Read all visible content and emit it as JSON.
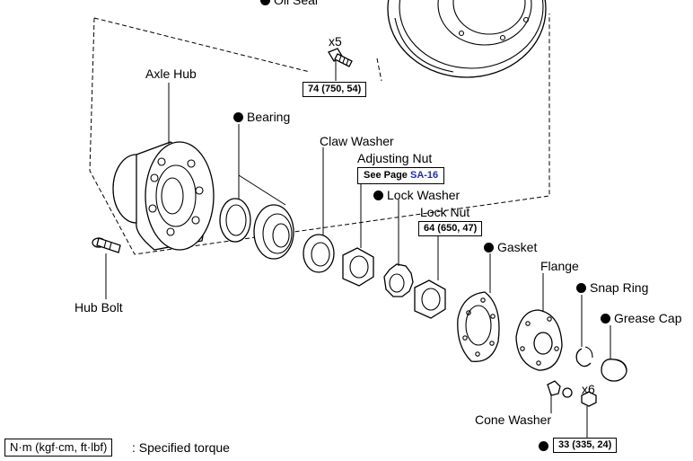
{
  "labels": {
    "oil_seal": "Oil Seal",
    "axle_hub": "Axle Hub",
    "bearing": "Bearing",
    "claw_washer": "Claw Washer",
    "adjusting_nut": "Adjusting Nut",
    "lock_washer": "Lock Washer",
    "lock_nut": "Lock Nut",
    "gasket": "Gasket",
    "flange": "Flange",
    "snap_ring": "Snap Ring",
    "grease_cap": "Grease Cap",
    "hub_bolt": "Hub Bolt",
    "cone_washer": "Cone Washer"
  },
  "quantities": {
    "bolt_qty": "x5",
    "nut_qty": "x6"
  },
  "torques": {
    "disc_bolts": "74 (750, 54)",
    "lock_nut": "64 (650, 47)",
    "flange_nuts": "33 (335, 24)"
  },
  "reference": {
    "prefix": "See Page ",
    "page": "SA-16"
  },
  "legend": {
    "unit": "N·m (kgf·cm, ft·lbf)",
    "text": ": Specified torque"
  },
  "colors": {
    "link": "#1a2fc4",
    "line": "#000000"
  }
}
